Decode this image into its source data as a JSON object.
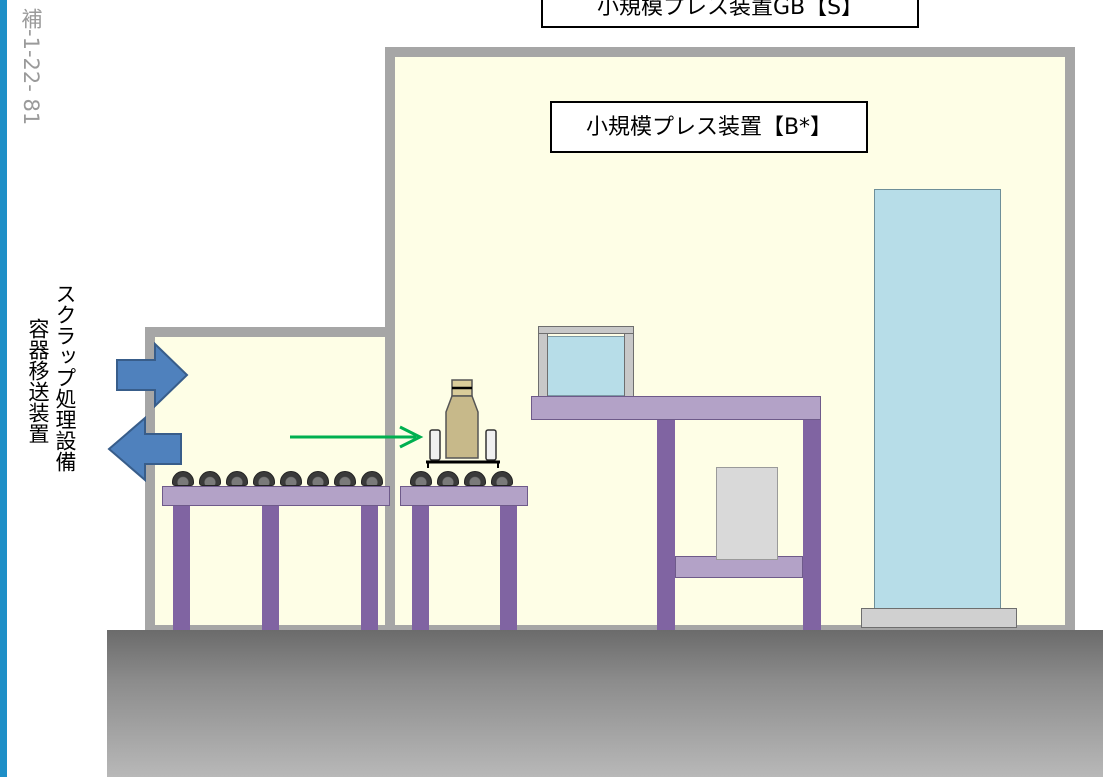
{
  "page_number": "補-1-22- 81",
  "outer_label": "小規模プレス装置GB【S】",
  "inner_label": "小規模プレス装置【B*】",
  "side_labels": [
    "スクラップ処理設備",
    "容器移送装置"
  ],
  "colors": {
    "room_fill": "#fefee6",
    "wall": "#a6a6a6",
    "table_leg": "#8064a2",
    "table_top": "#b3a2c7",
    "glovebox": "#b7dde8",
    "arrow_blue": "#4f81bd",
    "arrow_green": "#00b050",
    "floor": "#8c8c8c",
    "page_strip": "#1e8fc7"
  },
  "icons": [
    "arrow-right-icon",
    "arrow-left-icon",
    "transfer-arrow-icon"
  ]
}
